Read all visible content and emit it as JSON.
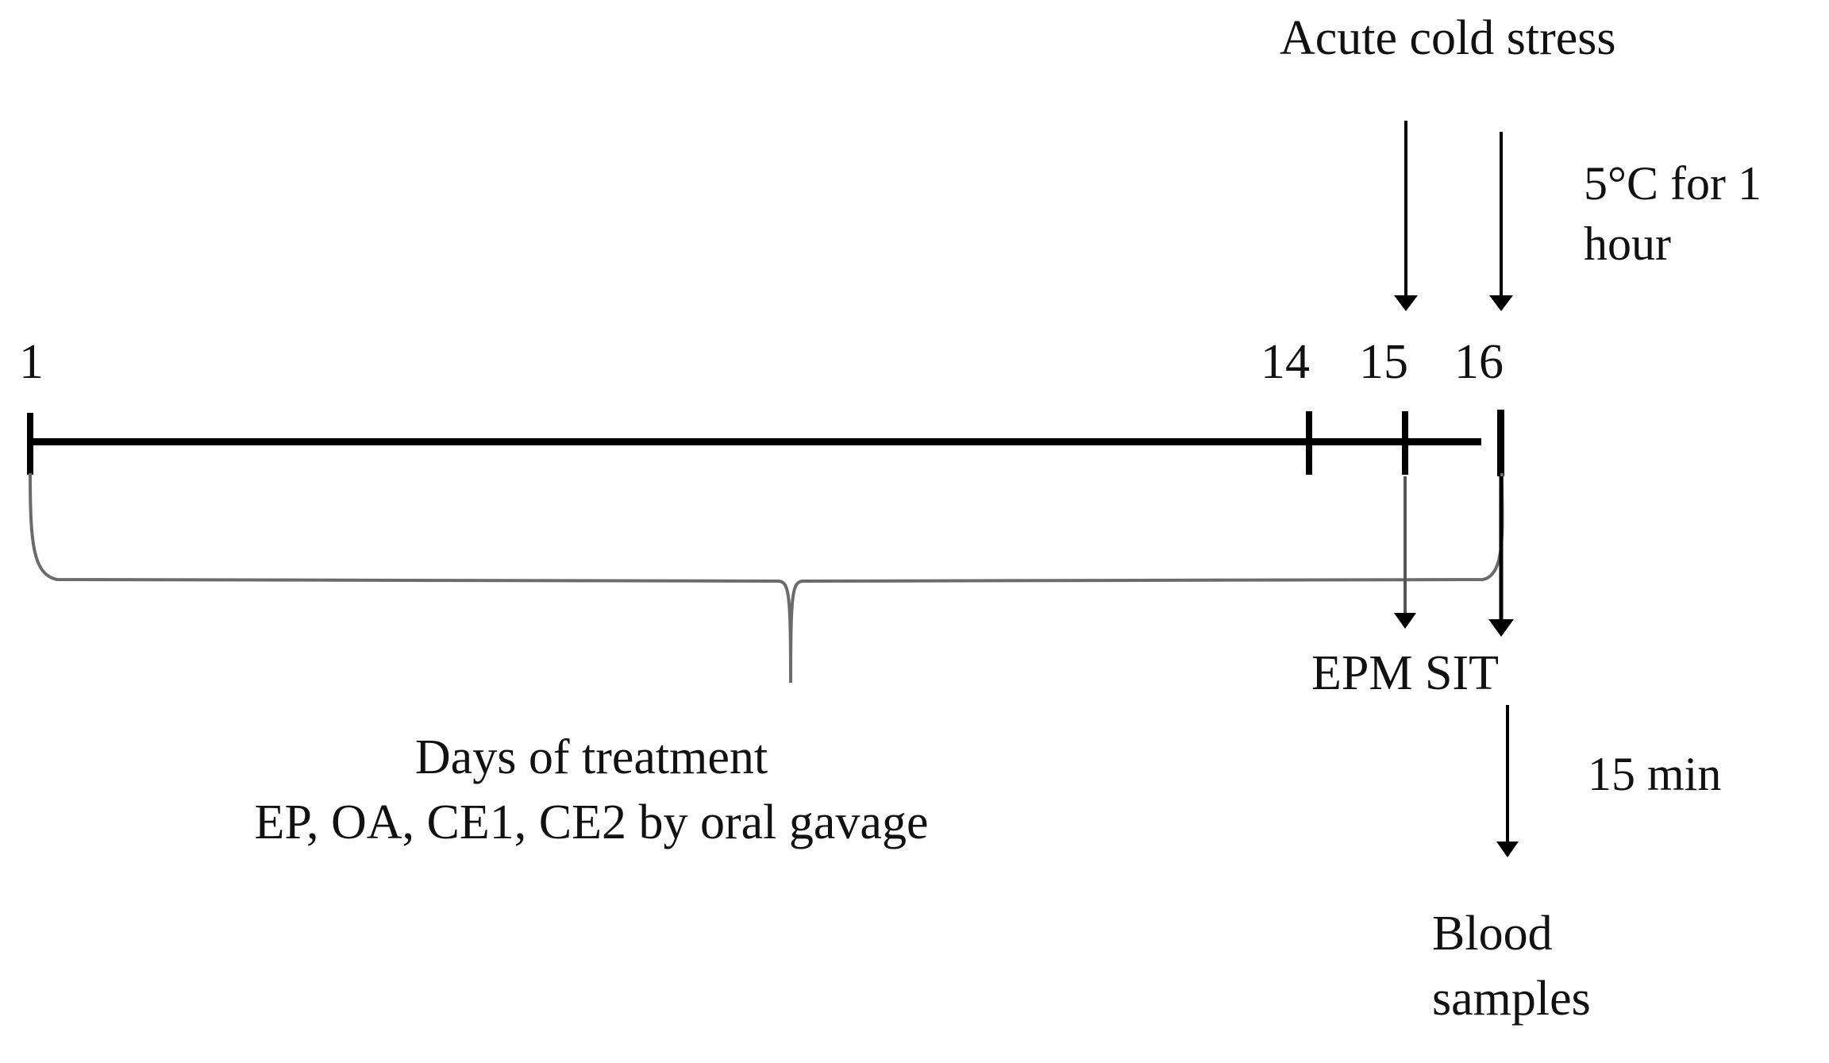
{
  "figure": {
    "type": "experimental-timeline",
    "title_top": "Acute cold stress",
    "cold_stress_note": "5°C for 1\nhour",
    "cold_stress_note_line1": "5°C for 1",
    "cold_stress_note_line2": "hour",
    "axis_color": "#000000",
    "brace_color": "#6b6b6b"
  },
  "timeline": {
    "day_labels": [
      "1",
      "14",
      "15",
      "16"
    ],
    "start_day": "1",
    "end_day": "16",
    "ticks": [
      {
        "day": "1",
        "label": "1"
      },
      {
        "day": "14",
        "label": "14"
      },
      {
        "day": "15",
        "label": "15"
      },
      {
        "day": "16",
        "label": "16"
      }
    ]
  },
  "treatment": {
    "brace_label_line1": "Days of treatment",
    "brace_label_line2": "EP, OA, CE1, CE2 by oral gavage",
    "compounds": [
      "EP",
      "OA",
      "CE1",
      "CE2"
    ],
    "route": "oral gavage",
    "span_days": "1-16"
  },
  "behavior_tests": {
    "label": "EPM SIT",
    "tests": [
      "EPM",
      "SIT"
    ],
    "days": [
      "15",
      "16"
    ]
  },
  "sampling": {
    "delay_label": "15 min",
    "label_line1": "Blood",
    "label_line2": "samples"
  }
}
